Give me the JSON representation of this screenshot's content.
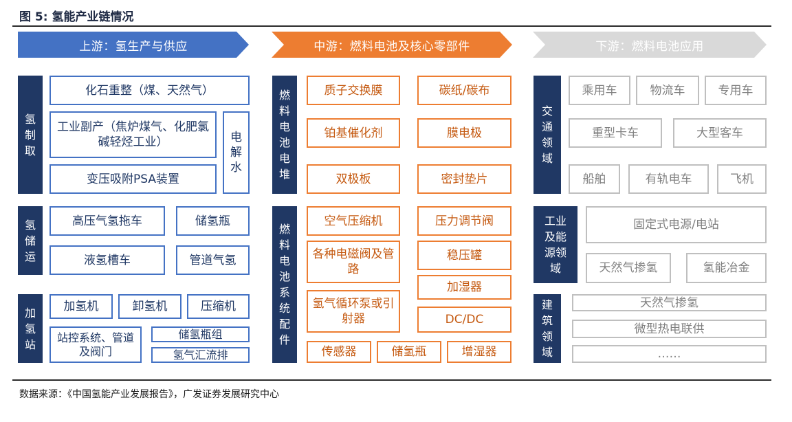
{
  "title": "图 5: 氢能产业链情况",
  "upstream": {
    "header": "上游：氢生产与供应",
    "production": {
      "label": "氢制取",
      "items": [
        "化石重整（煤、天然气）",
        "工业副产（焦炉煤气、化肥氯碱轻烃工业）",
        "变压吸附PSA装置",
        "电解水"
      ]
    },
    "storage": {
      "label": "氢储运",
      "items": [
        "高压气氢拖车",
        "储氢瓶",
        "液氢槽车",
        "管道气氢"
      ]
    },
    "station": {
      "label": "加氢站",
      "items": [
        "加氢机",
        "卸氢机",
        "压缩机",
        "站控系统、管道及阀门",
        "储氢瓶组",
        "氢气汇流排"
      ]
    }
  },
  "midstream": {
    "header": "中游：燃料电池及核心零部件",
    "stack": {
      "label": "燃料电池电堆",
      "items": [
        "质子交换膜",
        "碳纸/碳布",
        "铂基催化剂",
        "膜电极",
        "双极板",
        "密封垫片"
      ]
    },
    "system": {
      "label": "燃料电池系统配件",
      "items": [
        "空气压缩机",
        "压力调节阀",
        "各种电磁阀及管路",
        "稳压罐",
        "加湿器",
        "氢气循环泵或引射器",
        "DC/DC",
        "传感器",
        "储氢瓶",
        "增湿器"
      ]
    }
  },
  "downstream": {
    "header": "下游：燃料电池应用",
    "transport": {
      "label": "交通领域",
      "items": [
        "乘用车",
        "物流车",
        "专用车",
        "重型卡车",
        "大型客车",
        "船舶",
        "有轨电车",
        "飞机"
      ]
    },
    "industry": {
      "label": "工业及能源领域",
      "items": [
        "固定式电源/电站",
        "天然气掺氢",
        "氢能冶金"
      ]
    },
    "building": {
      "label": "建筑领域",
      "items": [
        "天然气掺氢",
        "微型热电联供",
        "……"
      ]
    }
  },
  "source": "数据来源：《中国氢能产业发展报告》，广发证券发展研究中心"
}
